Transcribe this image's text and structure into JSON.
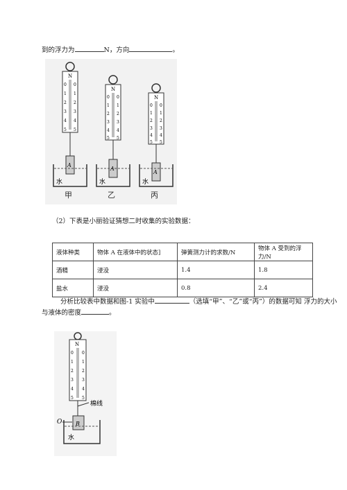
{
  "q1": {
    "text_a": "到的浮力为",
    "text_b": "N，方向",
    "text_c": "。"
  },
  "figure1": {
    "scale_letter": "N",
    "ticks": [
      "0",
      "1",
      "2",
      "3",
      "4",
      "5"
    ],
    "block_label": "A",
    "liquid_label": "水",
    "captions": [
      "甲",
      "乙",
      "丙"
    ]
  },
  "q2": {
    "intro": "（2）下表是小丽验证猜想二时收集的实验数据：",
    "table": {
      "headers": [
        "液体种类",
        "物体 A 在液体中的状态]",
        "弹簧测力计的求数/N",
        "物体 A 受到的浮力/N"
      ],
      "rows": [
        [
          "酒精",
          "浸没",
          "1.4",
          "1.8"
        ],
        [
          "盐水",
          "浸没",
          "0.8",
          "2.4"
        ]
      ]
    },
    "para_a": "分析比较表中数据和图-1 实验中",
    "para_b": "（选填“甲”、“乙”或“丙”）的数据可知 浮力的大小",
    "para_c": "与液体的密度",
    "para_d": "。"
  },
  "figure2": {
    "scale_letter": "N",
    "ticks": [
      "0",
      "1",
      "2",
      "3",
      "4",
      "5"
    ],
    "thread_label": "棉线",
    "point_label": "O",
    "block_label": "B",
    "liquid_label": "水"
  }
}
